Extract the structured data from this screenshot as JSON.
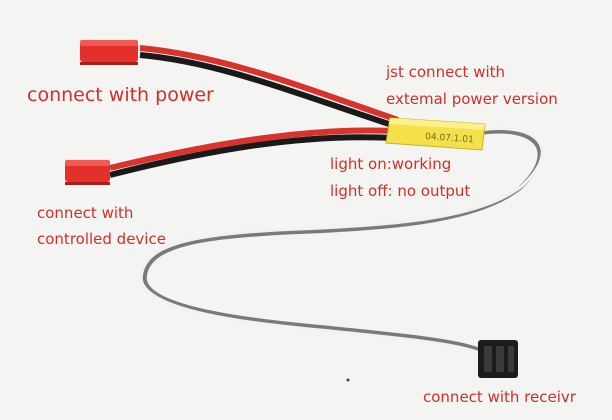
{
  "annotations": {
    "power": "connect with power",
    "jst_line1": "jst connect with",
    "jst_line2": "extemal power version",
    "light_on": "light on:working",
    "light_off": "light off: no output",
    "device_line1": "connect with",
    "device_line2": "controlled device",
    "receiver": "connect with receivr"
  },
  "module_text": "04.07.1.01",
  "colors": {
    "label_red": "#d12f2a",
    "wire_red": "#d8342c",
    "wire_black": "#1a1a1a",
    "module_yellow": "#f4e04a",
    "servo_white": "#f2f2f2",
    "servo_gray": "#555555"
  }
}
